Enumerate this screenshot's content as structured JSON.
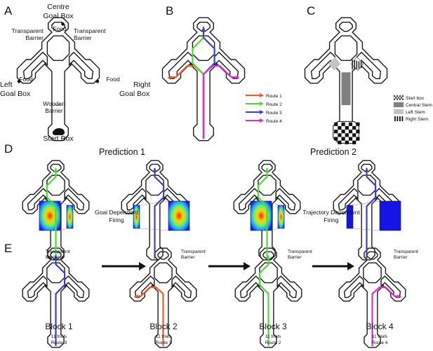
{
  "panels": {
    "a": "A",
    "b": "B",
    "c": "C",
    "d": "D",
    "e": "E"
  },
  "panel_a": {
    "centre_goal": [
      "Centre",
      "Goal Box"
    ],
    "food": "Food",
    "transparent_left": [
      "Transparent",
      "Barrier"
    ],
    "transparent_right": [
      "Transparent",
      "Barrier"
    ],
    "left_goal": [
      "Left",
      "Goal Box"
    ],
    "right_goal": [
      "Right",
      "Goal Box"
    ],
    "wooden_barrier": [
      "Wooden",
      "Barrier"
    ],
    "start_box": "Start Box"
  },
  "panel_b_legend": [
    {
      "label": "Route 1",
      "color": "#f05a28"
    },
    {
      "label": "Route 2",
      "color": "#4cd93a"
    },
    {
      "label": "Route 3",
      "color": "#3f3fc8"
    },
    {
      "label": "Route 4",
      "color": "#e22ad4"
    }
  ],
  "panel_c_legend": [
    {
      "label": "Start box",
      "fill": "checker"
    },
    {
      "label": "Central Stem",
      "fill": "#808080"
    },
    {
      "label": "Left Stem",
      "fill": "#c4c4c4"
    },
    {
      "label": "Right Stem",
      "fill": "stripes"
    }
  ],
  "panel_d": {
    "prediction_1": "Prediction 1",
    "prediction_2": "Prediction 2",
    "caption_1": [
      "Goal Dependent",
      "Firing"
    ],
    "caption_2": [
      "Trajectory Dependent",
      "Firing"
    ]
  },
  "panel_e": {
    "barrier_label": [
      "Transparent",
      "Barrier"
    ],
    "blocks": [
      {
        "title": "Block 1",
        "trials": "11 trials",
        "route": "Route 3"
      },
      {
        "title": "Block 2",
        "trials": "11 trials",
        "route": "Route 1"
      },
      {
        "title": "Block 3",
        "trials": "11 trials",
        "route": "Route 2"
      },
      {
        "title": "Block 4",
        "trials": "11 trials",
        "route": "Route 4"
      }
    ]
  }
}
